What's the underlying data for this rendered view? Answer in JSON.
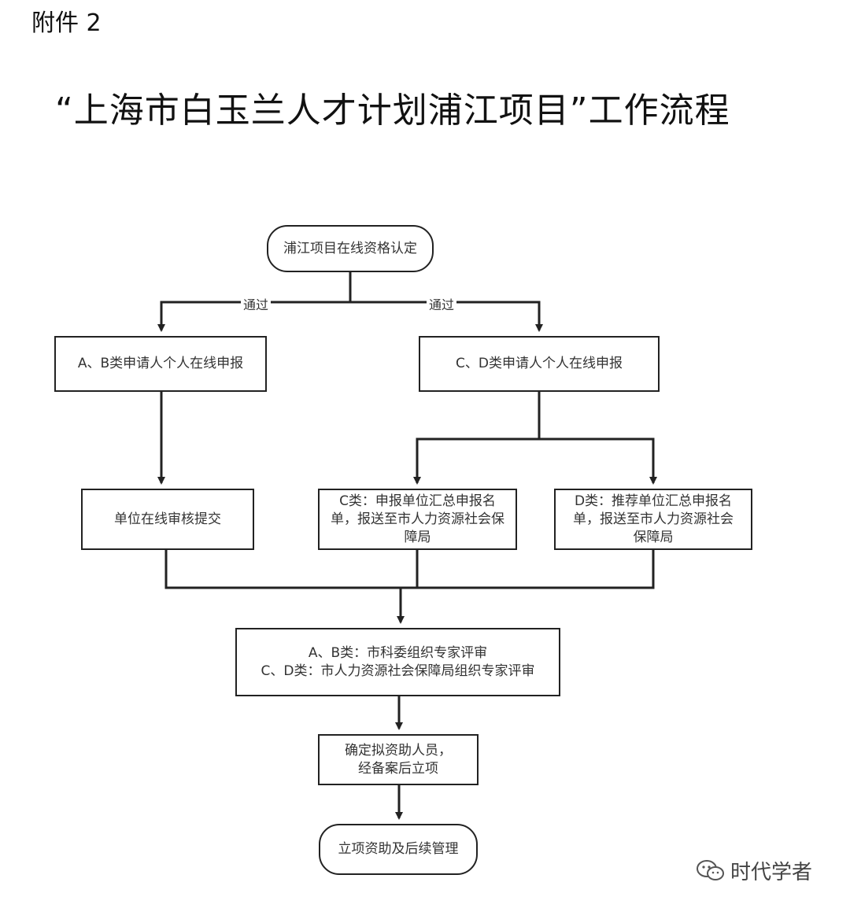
{
  "header": {
    "attachment": "附件 2",
    "title": "“上海市白玉兰人才计划浦江项目”工作流程"
  },
  "nodes": {
    "start": "浦江项目在线资格认定",
    "ab_apply": "A、B类申请人个人在线申报",
    "cd_apply": "C、D类申请人个人在线申报",
    "unit_review": "单位在线审核提交",
    "c_submit": "C类：申报单位汇总申报名单，报送至市人力资源社会保障局",
    "d_submit": "D类：推荐单位汇总申报名单，报送至市人力资源社会保障局",
    "review_line1": "A、B类：市科委组织专家评审",
    "review_line2": "C、D类：市人力资源社会保障局组织专家评审",
    "confirm_line1": "确定拟资助人员，",
    "confirm_line2": "经备案后立项",
    "end": "立项资助及后续管理"
  },
  "edges": {
    "left_label": "通过",
    "right_label": "通过"
  },
  "watermark": {
    "text": "时代学者",
    "icon": "wechat-icon"
  }
}
